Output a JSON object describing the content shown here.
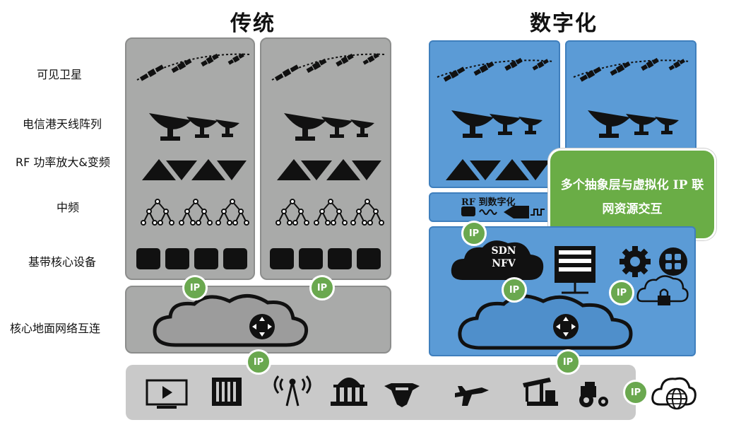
{
  "titles": {
    "traditional": "传统",
    "digital": "数字化"
  },
  "row_labels": [
    "可见卫星",
    "电信港天线阵列",
    "RF 功率放大&变频",
    "中频",
    "基带核心设备",
    "核心地面网络互连"
  ],
  "ip_label": "IP",
  "rf_digitize_label": "RF 到数字化",
  "sdn_label": "SDN",
  "nfv_label": "NFV",
  "callout_text": "多个抽象层与虚拟化 IP 联网资源交互",
  "colors": {
    "traditional_panel": "#a9aaa9",
    "digital_panel": "#5b9bd6",
    "ip_badge": "#6aa84f",
    "callout": "#6aad46",
    "bottom_bar": "#c9c9c9"
  },
  "bottom_icons": [
    "tv-icon",
    "building-icon",
    "radio-tower-icon",
    "government-building-icon",
    "military-badge-icon",
    "airplane-icon",
    "oil-pump-icon",
    "tractor-icon"
  ],
  "cloud_icon": "cloud-globe-icon"
}
